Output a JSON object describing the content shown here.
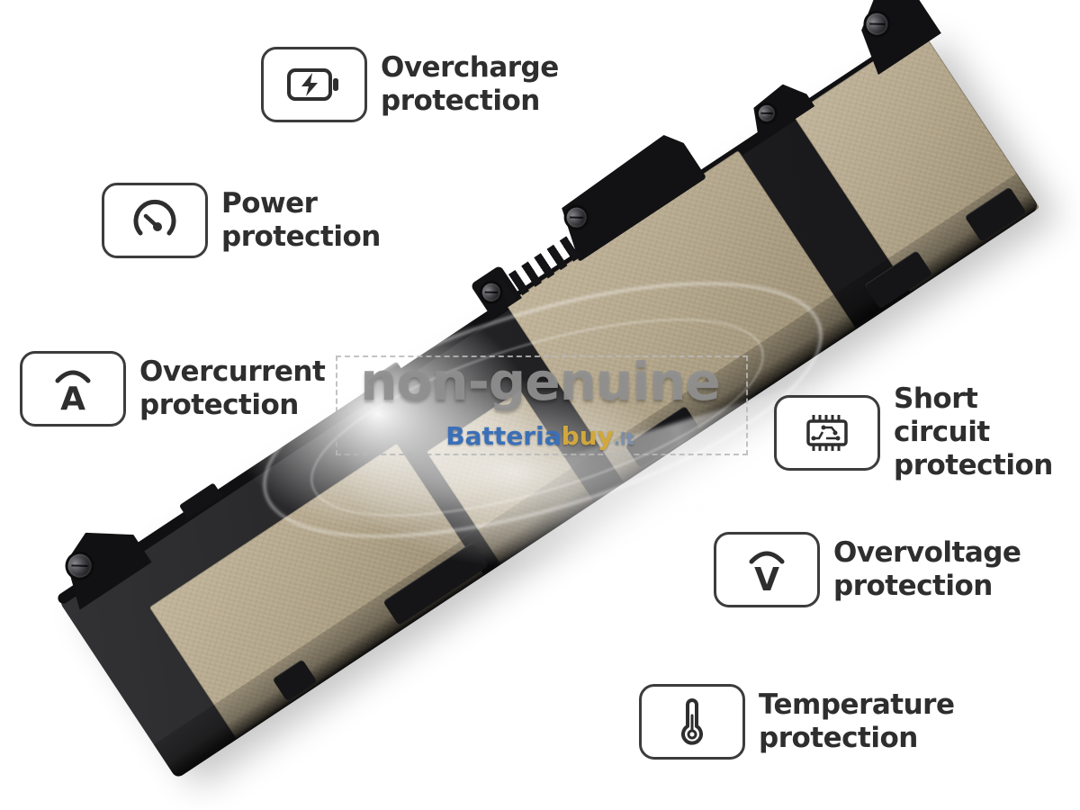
{
  "features": [
    {
      "id": "overcharge",
      "line1": "Overcharge",
      "line2": "protection",
      "icon": "battery-bolt-icon"
    },
    {
      "id": "power",
      "line1": "Power",
      "line2": "protection",
      "icon": "gauge-icon"
    },
    {
      "id": "overcurrent",
      "line1": "Overcurrent",
      "line2": "protection",
      "icon": "ampere-arc-icon",
      "glyph": "A"
    },
    {
      "id": "short_circuit",
      "line1": "Short circuit",
      "line2": "protection",
      "icon": "circuit-chip-icon"
    },
    {
      "id": "overvoltage",
      "line1": "Overvoltage",
      "line2": "protection",
      "icon": "volt-arc-icon",
      "glyph": "V"
    },
    {
      "id": "temperature",
      "line1": "Temperature",
      "line2": "protection",
      "icon": "thermometer-icon"
    }
  ],
  "watermark": {
    "text": "non-genuine"
  },
  "brand": {
    "name": "Batteriabuy.it",
    "part1": "Batteria",
    "part2": "buy",
    "part3": ".it"
  },
  "colors": {
    "battery_body": "#232325",
    "tape_tan": "#b2a58a",
    "label_text": "#2e2e2e",
    "watermark_gray": "#909090",
    "brand_blue": "#3b70b8",
    "brand_gold": "#d2a83c"
  }
}
